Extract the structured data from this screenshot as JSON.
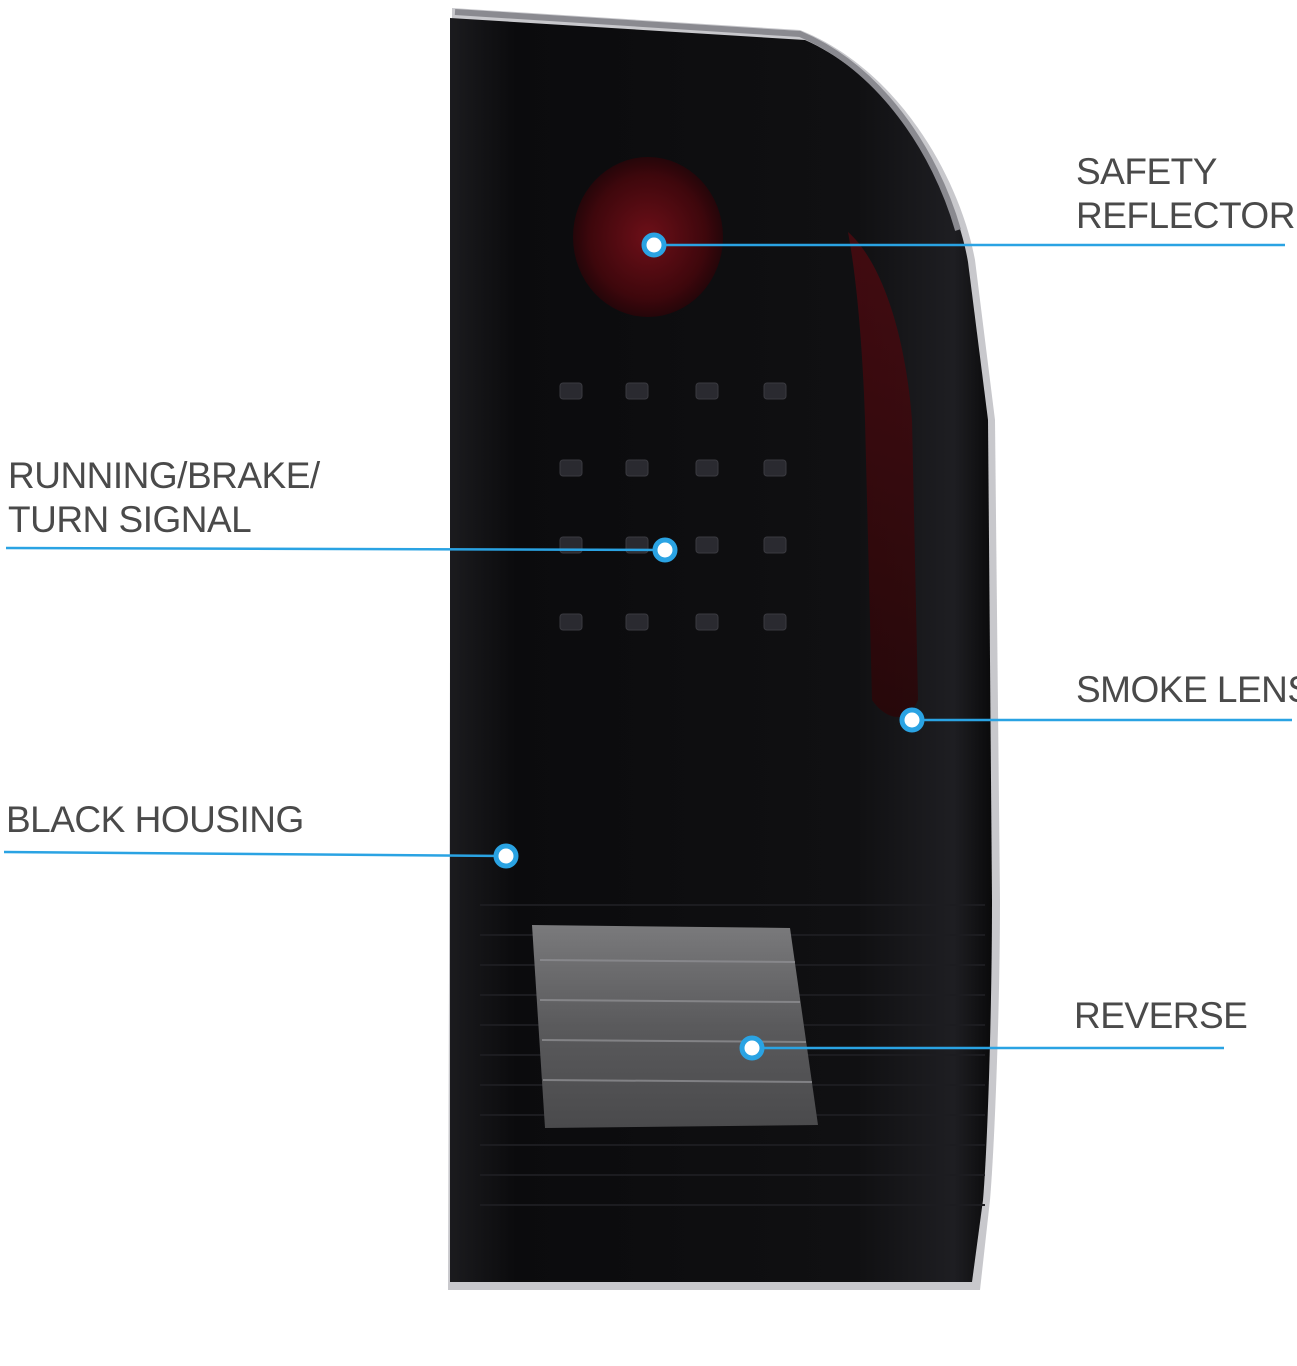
{
  "colors": {
    "accent": "#2aa3e3",
    "housing": "#0e0e10",
    "reflector": "#5a0a10",
    "reverse_lens": "#6e6e70",
    "text": "#4a4a4a"
  },
  "callouts": {
    "safety_reflector": {
      "line1": "SAFETY",
      "line2": "REFLECTOR"
    },
    "running_brake_turn": {
      "line1": "RUNNING/BRAKE/",
      "line2": "TURN SIGNAL"
    },
    "smoke_lens": {
      "line1": "SMOKE LENS"
    },
    "black_housing": {
      "line1": "BLACK HOUSING"
    },
    "reverse": {
      "line1": "REVERSE"
    }
  }
}
